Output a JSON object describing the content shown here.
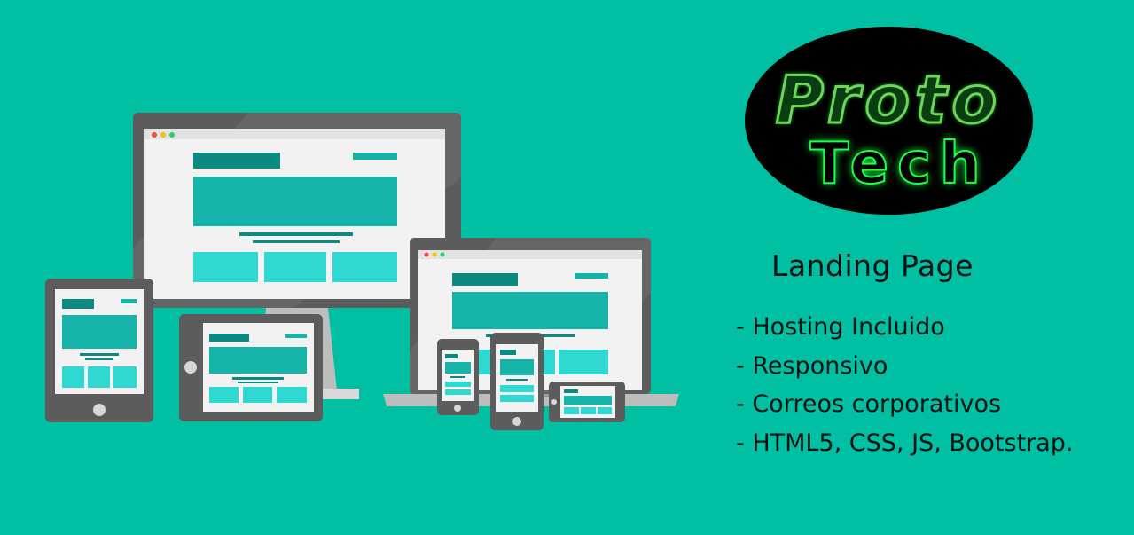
{
  "brand": {
    "logo_line1": "Proto",
    "logo_line2": "Tech",
    "logo_colors": {
      "circle": "#000000",
      "glow": "#1fff4a"
    }
  },
  "content": {
    "title": "Landing Page",
    "features": [
      "- Hosting Incluido",
      "- Responsivo",
      "- Correos corporativos",
      "- HTML5, CSS, JS, Bootstrap."
    ]
  },
  "colors": {
    "background": "#00bfa2",
    "device_frame": "#5d5d5d",
    "screen": "#f2f2f2",
    "accent_dark": "#0a8a80",
    "accent": "#15b3a8",
    "accent_light": "#2fd8d0"
  }
}
